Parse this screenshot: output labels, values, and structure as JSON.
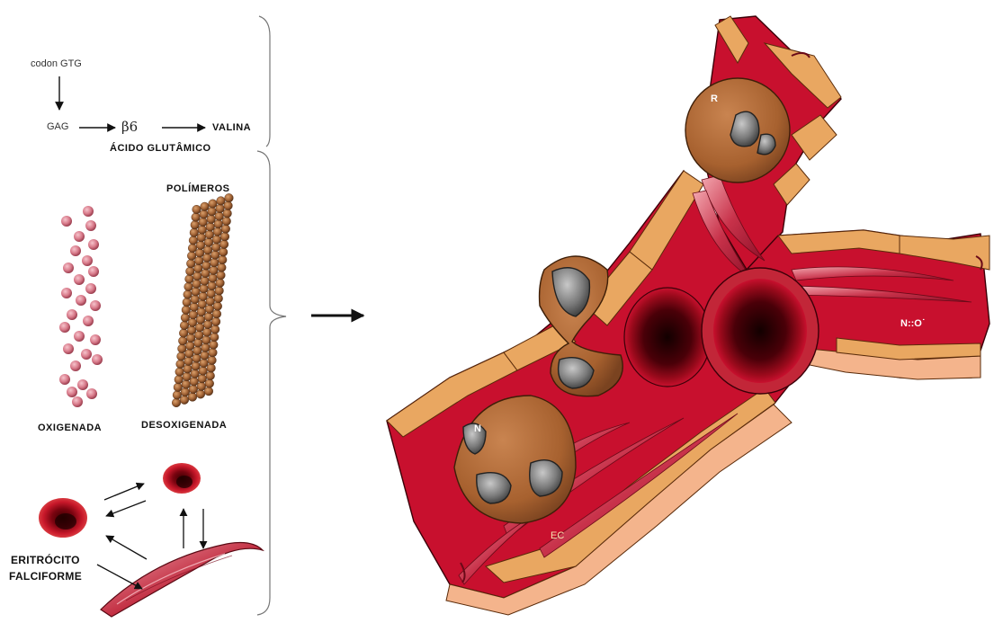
{
  "genetics": {
    "codon": "codon GTG",
    "gag": "GAG",
    "beta": "β6",
    "valina": "VALINA",
    "glutamico": "ÁCIDO GLUTÂMICO"
  },
  "polymer": {
    "polimeros": "POLÍMEROS",
    "oxigenada": "OXIGENADA",
    "desoxigenada": "DESOXIGENADA"
  },
  "erythrocyte": {
    "line1": "ERITRÓCITO",
    "line2": "FALCIFORME"
  },
  "vessel": {
    "label_r": "R",
    "label_n": "N",
    "label_ec": "EC",
    "label_no": "N::O˙"
  },
  "colors": {
    "vessel_red": "#c8102e",
    "endothelium": "#e9a761",
    "cell_brown": "#a7612f",
    "rbc_red": "#b01020"
  }
}
